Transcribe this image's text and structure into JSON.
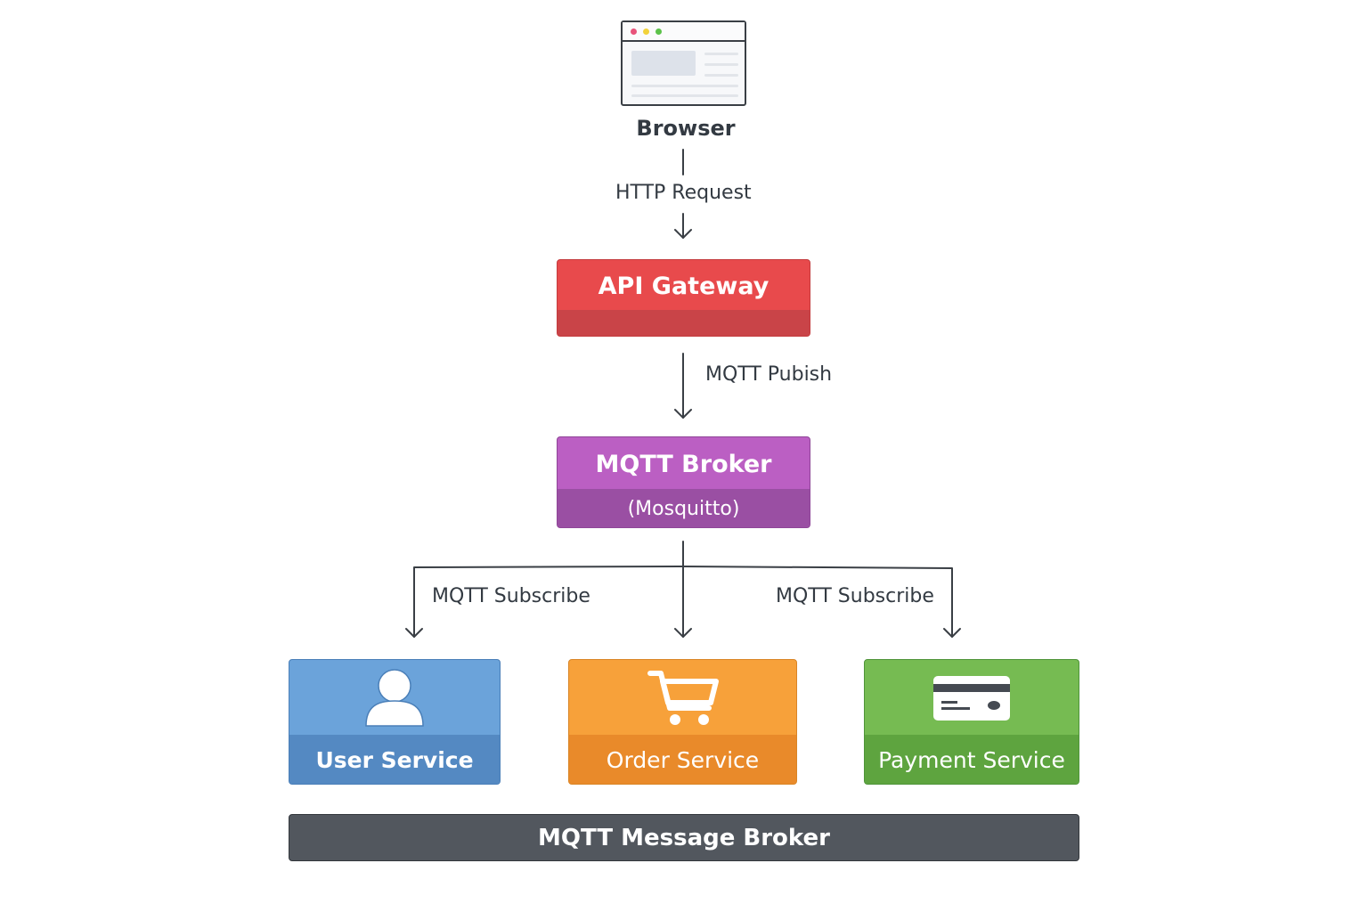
{
  "browser": {
    "label": "Browser",
    "icon": "browser-window-icon",
    "dot_colors": [
      "#e8537a",
      "#f2d23a",
      "#5cc24a"
    ]
  },
  "edges": {
    "http": "HTTP Request",
    "publish": "MQTT Pubish",
    "subscribe_left": "MQTT Subscribe",
    "subscribe_right": "MQTT Subscribe"
  },
  "api_gateway": {
    "title": "API Gateway",
    "color": "#e84a4c"
  },
  "mqtt_broker": {
    "title": "MQTT Broker",
    "subtitle": "(Mosquitto)",
    "color": "#bb5fc3"
  },
  "services": [
    {
      "label": "User Service",
      "icon": "user-icon",
      "color": "#6ba3da"
    },
    {
      "label": "Order Service",
      "icon": "shopping-cart-icon",
      "color": "#f7a13a"
    },
    {
      "label": "Payment Service",
      "icon": "credit-card-icon",
      "color": "#76bb52"
    }
  ],
  "message_bus": {
    "label": "MQTT Message Broker",
    "color": "#52575e"
  }
}
